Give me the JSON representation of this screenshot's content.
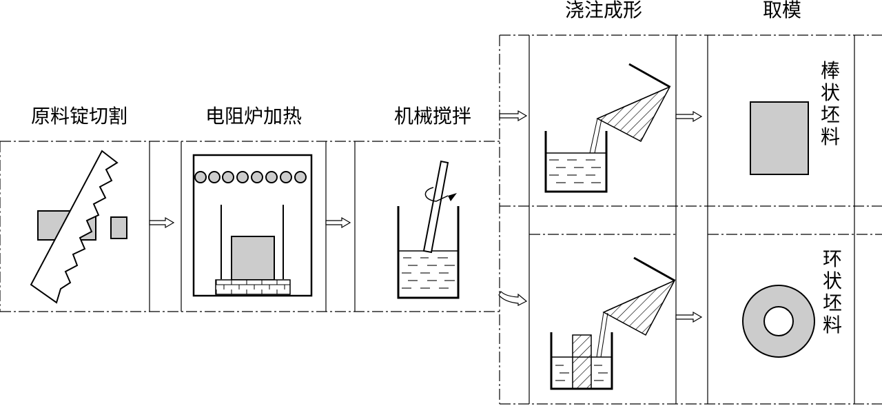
{
  "steps": {
    "cut": "原料锭切割",
    "heat": "电阻炉加热",
    "stir": "机械搅拌",
    "pour": "浇注成形",
    "demold": "取模"
  },
  "products": {
    "rod": "棒状坯料",
    "ring": "环状坯料"
  }
}
